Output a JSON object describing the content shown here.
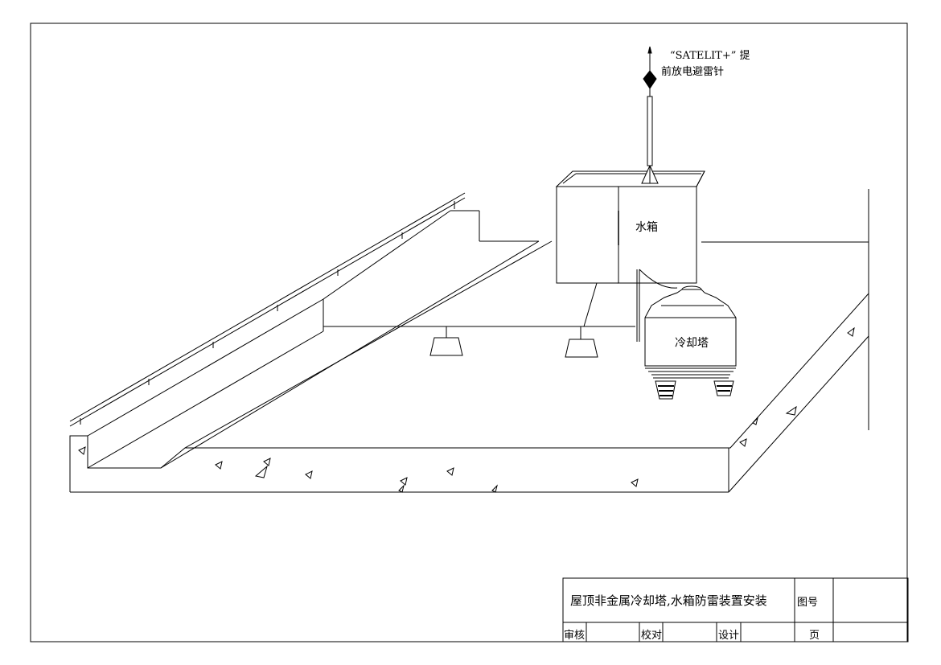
{
  "labels": {
    "arrester_line1": "“SATELIT+” 提",
    "arrester_line2": "前放电避雷针",
    "water_tank": "水箱",
    "cooling_tower": "冷却塔"
  },
  "title_block": {
    "title": "屋顶非金属冷却塔,水箱防雷装置安装",
    "drawing_no_label": "图号",
    "drawing_no_value": "",
    "review_label": "审核",
    "check_label": "校对",
    "design_label": "设计",
    "page_label": "页"
  }
}
